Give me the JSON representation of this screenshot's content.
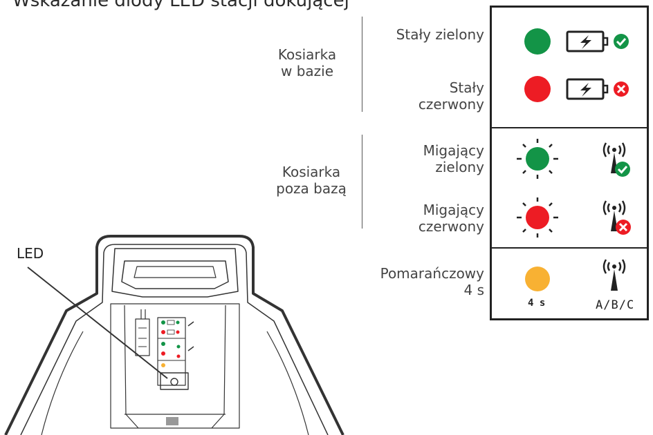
{
  "title": "Wskazanie diody LED stacji dokującej",
  "groups": {
    "in_base": "Kosiarka\nw bazie",
    "outside_base": "Kosiarka\npoza bazą"
  },
  "rows": {
    "solid_green": "Stały zielony",
    "solid_red": "Stały\nczerwony",
    "blink_green": "Migający\nzielony",
    "blink_red": "Migający\nczerwony",
    "orange": "Pomarańczowy\n4 s"
  },
  "panel": {
    "duration_label": "4 s",
    "abc_label": "A/B/C"
  },
  "led_callout": "LED",
  "colors": {
    "green": "#139447",
    "red": "#ed1c24",
    "orange": "#f8b133"
  }
}
